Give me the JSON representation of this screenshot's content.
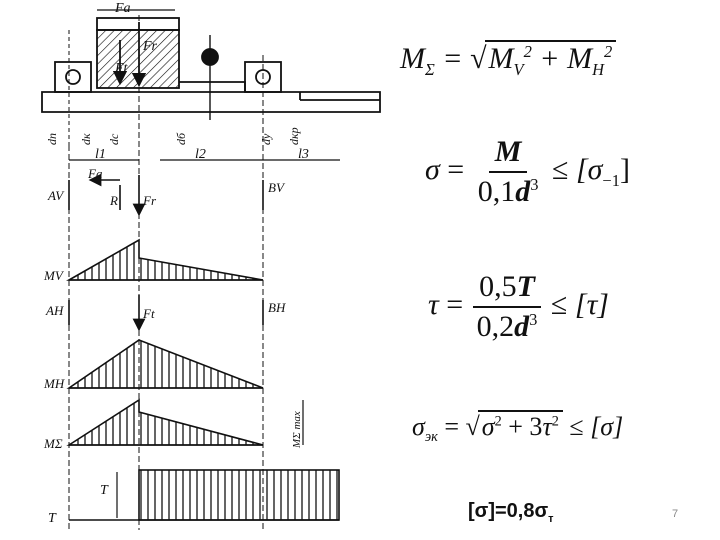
{
  "diagram": {
    "labels": {
      "fa_top": "Fа",
      "fr_top": "Fr",
      "ft_top": "Ft",
      "d_p": "dп",
      "d_k": "dк",
      "d_c": "dс",
      "d_b": "dб",
      "d_y": "dу",
      "d_kp": "dкр",
      "l1": "l1",
      "l2": "l2",
      "l3": "l3",
      "av": "AV",
      "fa": "Fa",
      "r": "R",
      "fr": "Fr",
      "bv": "BV",
      "mv": "MV",
      "ah": "AH",
      "ft": "Ft",
      "bh": "BH",
      "mh": "MH",
      "msum": "MΣ",
      "msum_max": "MΣ max",
      "t_small": "T",
      "t": "T"
    }
  },
  "formulas": {
    "msum": {
      "lhs": "M",
      "lhs_sub": "Σ",
      "eq": " = ",
      "mv": "M",
      "mv_sub": "V",
      "mv_sup": "2",
      "plus": " + ",
      "mh": "M",
      "mh_sub": "H",
      "mh_sup": "2"
    },
    "sigma": {
      "lhs": "σ",
      "eq": " = ",
      "num": "M",
      "den_coef": "0,1",
      "den_var": "d",
      "den_exp": "3",
      "le": " ≤ ",
      "rhs": "[σ",
      "rhs_sub": "−1",
      "rhs_close": "]"
    },
    "tau": {
      "lhs": "τ",
      "eq": " = ",
      "num_coef": "0,5",
      "num_var": "T",
      "den_coef": "0,2",
      "den_var": "d",
      "den_exp": "3",
      "le": " ≤ ",
      "rhs": "[τ]"
    },
    "ekv": {
      "lhs": "σ",
      "lhs_sub": "эк",
      "eq": " = ",
      "s1": "σ",
      "s1_exp": "2",
      "plus": " + 3",
      "s2": "τ",
      "s2_exp": "2",
      "le": " ≤ ",
      "rhs": "[σ]"
    },
    "allow": {
      "lhs": "[σ]=0,8σ",
      "sub": "т"
    }
  },
  "page": {
    "number": "7"
  }
}
